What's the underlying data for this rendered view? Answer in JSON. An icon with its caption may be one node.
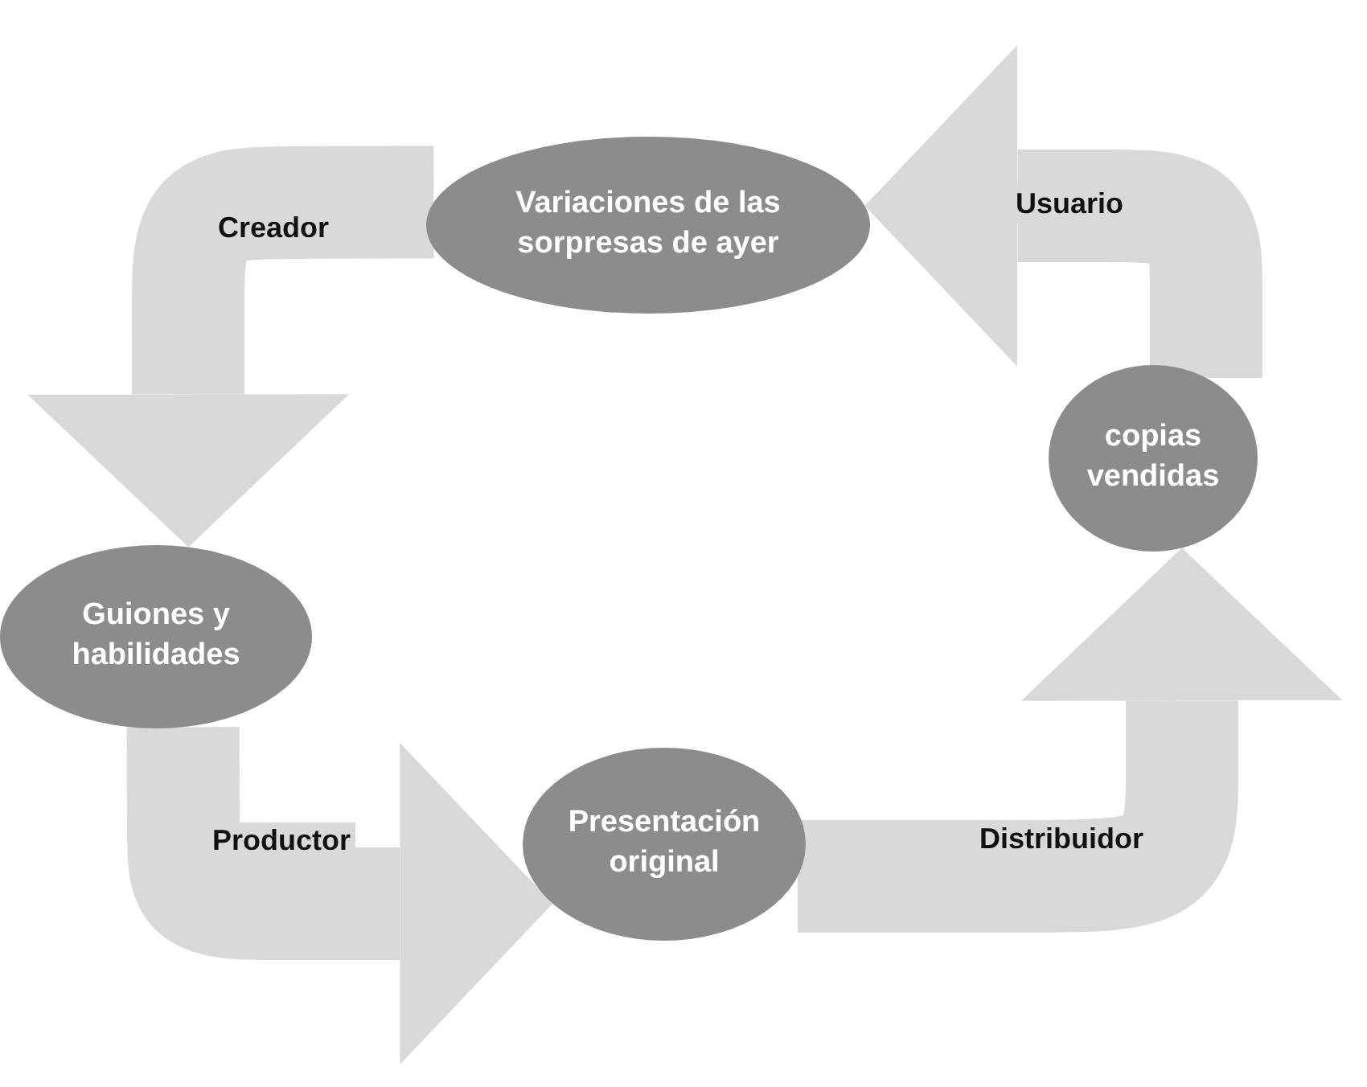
{
  "diagram": {
    "nodes": [
      {
        "text": [
          "Variaciones de las sorpresas de ayer"
        ]
      },
      {
        "text": [
          "copias vendidas"
        ]
      },
      {
        "text": [
          "Guiones y habilidades"
        ]
      },
      {
        "text": [
          "Presentación original"
        ]
      }
    ],
    "edges": [
      {
        "from": 0,
        "to": 2,
        "arrow": "to",
        "label": "Creador"
      },
      {
        "from": 2,
        "to": 3,
        "arrow": "to",
        "label": "Productor"
      },
      {
        "from": 3,
        "to": 1,
        "arrow": "to",
        "label": "Distribuidor"
      },
      {
        "from": 1,
        "to": 0,
        "arrow": "to",
        "label": "Usuario"
      }
    ]
  }
}
